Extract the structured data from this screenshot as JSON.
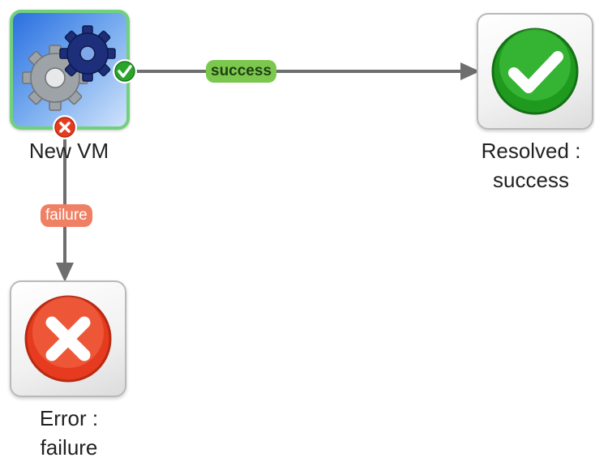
{
  "nodes": {
    "new_vm": {
      "label": "New VM",
      "icon": "gears-icon"
    },
    "resolved": {
      "label_line1": "Resolved :",
      "label_line2": "success",
      "icon": "checkmark-icon"
    },
    "error": {
      "label_line1": "Error :",
      "label_line2": "failure",
      "icon": "x-icon"
    }
  },
  "edges": {
    "success": {
      "label": "success",
      "color": "#7cc84f"
    },
    "failure": {
      "label": "failure",
      "color": "#f08064"
    }
  },
  "colors": {
    "success_green": "#2aa52a",
    "failure_red": "#e63b1e",
    "edge_line": "#6e6e6e",
    "node_border": "#6fd27a"
  }
}
